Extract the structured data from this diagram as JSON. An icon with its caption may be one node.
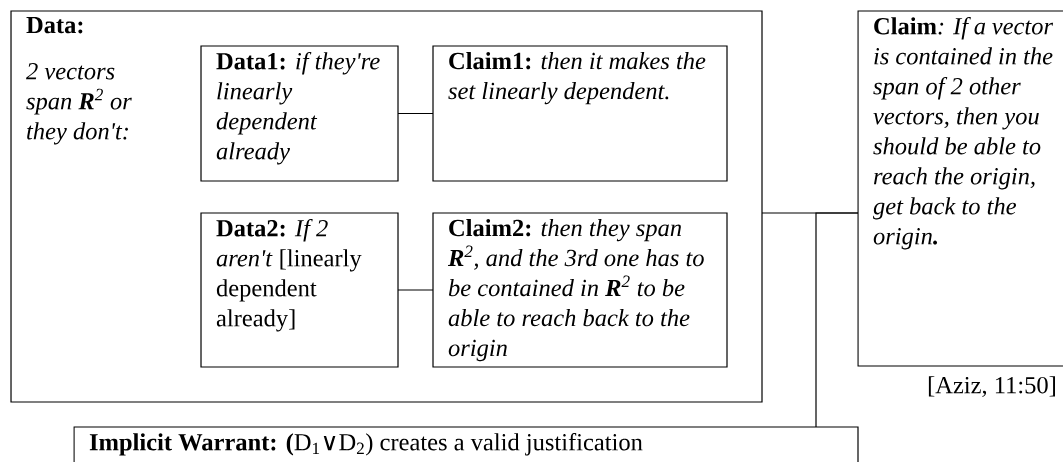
{
  "diagram": {
    "nodes": [
      {
        "text": [
          "Data:",
          "2 vectors span **R**$^{2}$ or they don't:"
        ]
      },
      {
        "text": [
          "Data1:",
          "if they're linearly dependent already"
        ],
        "in": 0
      },
      {
        "text": [
          "Claim1:",
          "then it makes the set linearly dependent."
        ],
        "in": 0
      },
      {
        "text": [
          "Data2:",
          "*If 2 aren't* [linearly dependent already]"
        ],
        "in": 0
      },
      {
        "text": [
          "Claim2:",
          "then they span **R**$^{2}$, and the 3rd one has to be contained in **R**$^{2}$ to be able to reach back to the origin"
        ],
        "in": 0
      },
      {
        "text": [
          "Claim",
          ": If a vector is contained in the span of 2 other vectors, then you should be able to reach the origin, get back to the origin**.**"
        ],
        "beside": [
          "[Aziz, 11:50]"
        ]
      },
      {
        "text": [
          "Implicit Warrant:",
          "**(**D$_{1}$∨D$_{2}$) creates a valid justification"
        ]
      }
    ],
    "edges": [
      {
        "from": 1,
        "to": 2,
        "arrow": "none"
      },
      {
        "from": 3,
        "to": 4,
        "arrow": "none"
      },
      {
        "from": 0,
        "to": 5,
        "arrow": "none"
      },
      {
        "from": 6,
        "to": 5,
        "arrow": "none"
      }
    ]
  }
}
